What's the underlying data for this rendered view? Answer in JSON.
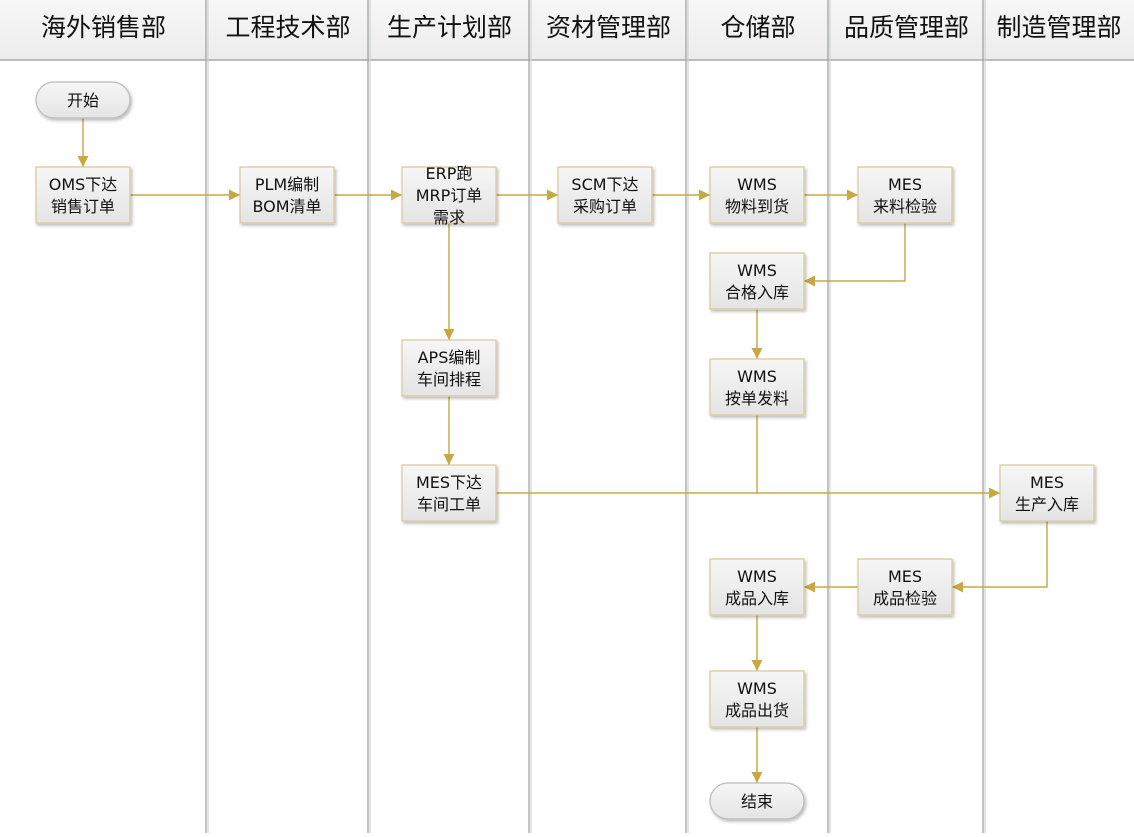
{
  "lanes": [
    {
      "id": "sales",
      "label": "海外销售部"
    },
    {
      "id": "eng",
      "label": "工程技术部"
    },
    {
      "id": "plan",
      "label": "生产计划部"
    },
    {
      "id": "material",
      "label": "资材管理部"
    },
    {
      "id": "warehouse",
      "label": "仓储部"
    },
    {
      "id": "quality",
      "label": "品质管理部"
    },
    {
      "id": "manufacturing",
      "label": "制造管理部"
    }
  ],
  "nodes": [
    {
      "id": "start",
      "shape": "terminal",
      "lane": "sales",
      "lines": [
        "开始"
      ]
    },
    {
      "id": "oms",
      "shape": "process",
      "lane": "sales",
      "lines": [
        "OMS下达",
        "销售订单"
      ]
    },
    {
      "id": "plm",
      "shape": "process",
      "lane": "eng",
      "lines": [
        "PLM编制",
        "BOM清单"
      ]
    },
    {
      "id": "erp",
      "shape": "process",
      "lane": "plan",
      "lines": [
        "ERP跑",
        "MRP订单",
        "需求"
      ]
    },
    {
      "id": "scm",
      "shape": "process",
      "lane": "material",
      "lines": [
        "SCM下达",
        "采购订单"
      ]
    },
    {
      "id": "wms_arrive",
      "shape": "process",
      "lane": "warehouse",
      "lines": [
        "WMS",
        "物料到货"
      ]
    },
    {
      "id": "mes_iqc",
      "shape": "process",
      "lane": "quality",
      "lines": [
        "MES",
        "来料检验"
      ]
    },
    {
      "id": "wms_stockin",
      "shape": "process",
      "lane": "warehouse",
      "lines": [
        "WMS",
        "合格入库"
      ]
    },
    {
      "id": "aps",
      "shape": "process",
      "lane": "plan",
      "lines": [
        "APS编制",
        "车间排程"
      ]
    },
    {
      "id": "wms_issue",
      "shape": "process",
      "lane": "warehouse",
      "lines": [
        "WMS",
        "按单发料"
      ]
    },
    {
      "id": "mes_wo",
      "shape": "process",
      "lane": "plan",
      "lines": [
        "MES下达",
        "车间工单"
      ]
    },
    {
      "id": "mes_prod",
      "shape": "process",
      "lane": "manufacturing",
      "lines": [
        "MES",
        "生产入库"
      ]
    },
    {
      "id": "mes_fqc",
      "shape": "process",
      "lane": "quality",
      "lines": [
        "MES",
        "成品检验"
      ]
    },
    {
      "id": "wms_fg_in",
      "shape": "process",
      "lane": "warehouse",
      "lines": [
        "WMS",
        "成品入库"
      ]
    },
    {
      "id": "wms_ship",
      "shape": "process",
      "lane": "warehouse",
      "lines": [
        "WMS",
        "成品出货"
      ]
    },
    {
      "id": "end",
      "shape": "terminal",
      "lane": "warehouse",
      "lines": [
        "结束"
      ]
    }
  ],
  "edges": [
    {
      "from": "start",
      "to": "oms"
    },
    {
      "from": "oms",
      "to": "plm"
    },
    {
      "from": "plm",
      "to": "erp"
    },
    {
      "from": "erp",
      "to": "scm"
    },
    {
      "from": "scm",
      "to": "wms_arrive"
    },
    {
      "from": "wms_arrive",
      "to": "mes_iqc"
    },
    {
      "from": "mes_iqc",
      "to": "wms_stockin"
    },
    {
      "from": "wms_stockin",
      "to": "wms_issue"
    },
    {
      "from": "erp",
      "to": "aps"
    },
    {
      "from": "aps",
      "to": "mes_wo"
    },
    {
      "from": "mes_wo",
      "to": "mes_prod"
    },
    {
      "from": "wms_issue",
      "to": "mes_prod"
    },
    {
      "from": "mes_prod",
      "to": "mes_fqc"
    },
    {
      "from": "mes_fqc",
      "to": "wms_fg_in"
    },
    {
      "from": "wms_fg_in",
      "to": "wms_ship"
    },
    {
      "from": "wms_ship",
      "to": "end"
    }
  ],
  "colors": {
    "header_bg": "#f3f3f3",
    "lane_divider": "#a6aaa9",
    "connector": "#c8a843",
    "node_fill": "#eeeeee",
    "node_border": "#d6c89a",
    "text": "#111111"
  }
}
